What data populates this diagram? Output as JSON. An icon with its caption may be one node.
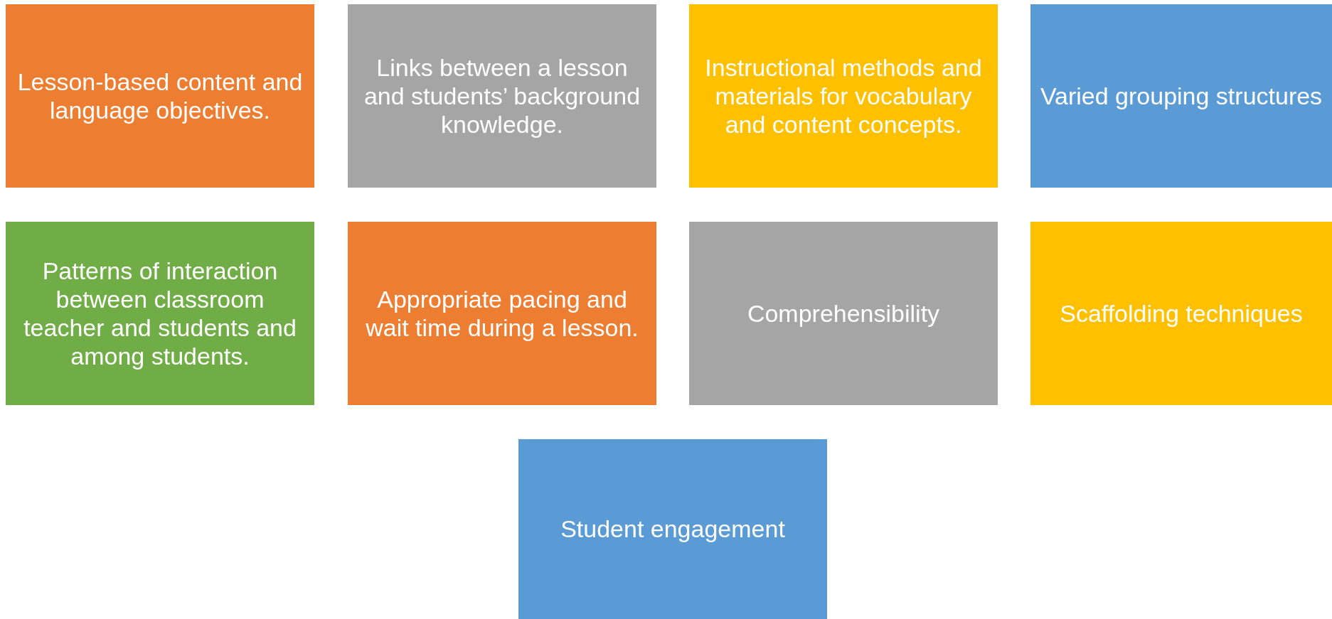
{
  "diagram": {
    "nodes": [
      {
        "text": [
          "Lesson-based content and language objectives."
        ]
      },
      {
        "text": [
          "Links between a lesson and students’ background knowledge."
        ]
      },
      {
        "text": [
          "Instructional methods and materials for vocabulary and content concepts."
        ]
      },
      {
        "text": [
          "Varied grouping structures"
        ]
      },
      {
        "text": [
          "Patterns of interaction between classroom teacher and students and among students."
        ]
      },
      {
        "text": [
          "Appropriate pacing and wait time during a lesson."
        ]
      },
      {
        "text": [
          "Comprehensibility"
        ]
      },
      {
        "text": [
          "Scaffolding techniques"
        ]
      },
      {
        "text": [
          "Student engagement"
        ]
      }
    ]
  }
}
